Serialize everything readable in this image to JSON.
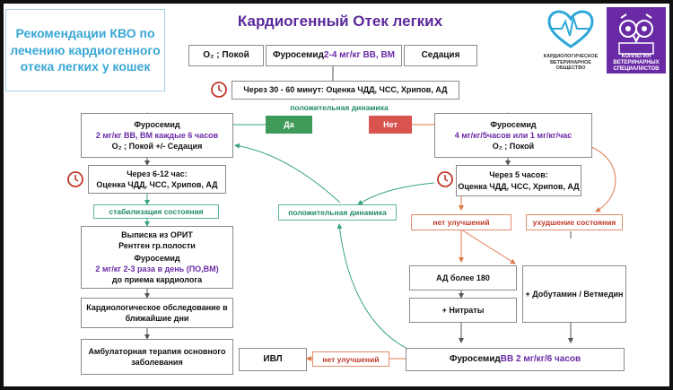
{
  "header": {
    "title_box": "Рекомендации КВО по лечению кардиогенного отека легких у кошек",
    "main_title": "Кардиогенный Отек легких"
  },
  "logos": {
    "left_caption": "КАРДИОЛОГИЧЕСКОЕ ВЕТЕРИНАРНОЕ ОБЩЕСТВО",
    "right_caption": "КОЛЛЕГИЯ ВЕТЕРИНАРНЫХ СПЕЦИАЛИСТОВ",
    "left_icon": "heart-ecg-icon",
    "right_icon": "owl-icon"
  },
  "top_row": {
    "o2": "O₂ ; Покой",
    "furo_prefix": "Фуросемид ",
    "furo_dose": "2-4 мг/кг ВВ, ВМ",
    "sedation": "Седация"
  },
  "check1": "Через 30 - 60 минут: Оценка ЧДД, ЧСС, Хрипов, АД",
  "positive_dynamics": "положительная динамика",
  "yes": "Да",
  "no": "Нет",
  "left": {
    "furo_title": "Фуросемид",
    "furo_dose": "2 мг/кг ВВ, ВМ каждые 6 часов",
    "furo_extra": "O₂ ; Покой +/- Седация",
    "check_line1": "Через 6-12 час:",
    "check_line2": "Оценка ЧДД, ЧСС, Хрипов, АД",
    "stabilization": "стабилизация состояния",
    "discharge_line1": "Выписка из ОРИТ",
    "discharge_line2": "Рентген гр.полости",
    "discharge_furo": "Фуросемид ",
    "discharge_dose": "2 мг/кг 2-3 раза в день (ПО,ВМ)",
    "discharge_tail": " до приема кардиолога",
    "cardio_exam": "Кардиологическое обследование в ближайшие дни",
    "outpatient": "Амбулаторная терапия основного заболевания"
  },
  "middle": {
    "positive_dynamics": "положительная динамика",
    "ivl": "ИВЛ",
    "no_improvement": "нет улучшений"
  },
  "right": {
    "furo_title": "Фуросемид",
    "furo_dose": "4 мг/кг/5часов или 1 мг/кг/час",
    "furo_extra": "O₂ ; Покой",
    "check_line1": "Через 5 часов:",
    "check_line2": "Оценка ЧДД, ЧСС, Хрипов, АД",
    "no_improvement": "нет улучшений",
    "worsening": "ухудшение состояния",
    "bp_high": "АД более 180",
    "nitrates": "+ Нитраты",
    "dobutamine": "+ Добутамин / Ветмедин",
    "furo_iv_prefix": "Фуросемид ",
    "furo_iv_dose": "ВВ 2 мг/кг/6 часов"
  },
  "colors": {
    "purple": "#6a2aa6",
    "teal": "#1f8a6a",
    "red": "#c0392b",
    "title_blue": "#39a7d6"
  }
}
